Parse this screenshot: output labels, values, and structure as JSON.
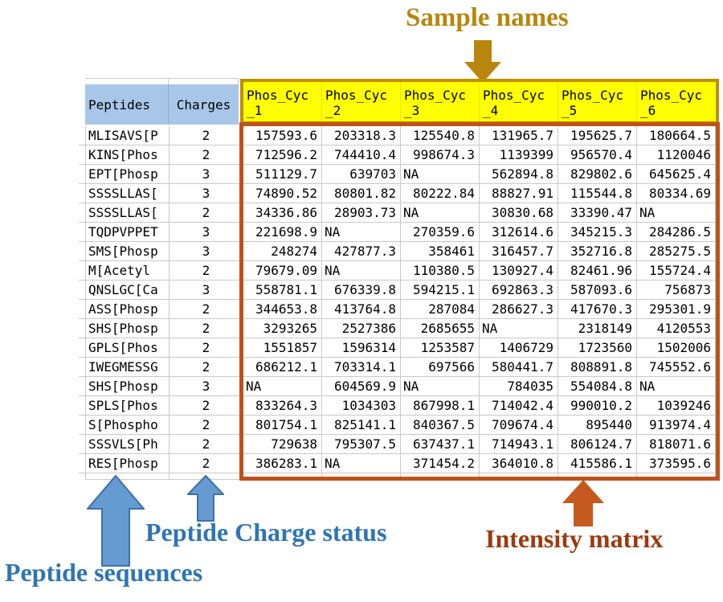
{
  "annotations": {
    "sample_names": {
      "label": "Sample names",
      "color": "#B8860B"
    },
    "peptide_sequences": {
      "label": "Peptide sequences",
      "color": "#2E75B6"
    },
    "peptide_charge_status": {
      "label": "Peptide Charge status",
      "color": "#2E75B6"
    },
    "intensity_matrix": {
      "label": "Intensity matrix",
      "color": "#9C3A10"
    },
    "arrows": [
      {
        "name": "sample-names-down-arrow",
        "direction": "down",
        "color": "#B8860B"
      },
      {
        "name": "peptide-sequences-up-arrow",
        "direction": "up",
        "color": "#649BD1"
      },
      {
        "name": "charge-status-up-arrow",
        "direction": "up",
        "color": "#649BD1"
      },
      {
        "name": "intensity-matrix-up-arrow",
        "direction": "up",
        "color": "#C6591D"
      }
    ]
  },
  "table": {
    "peptides_header": "Peptides",
    "charges_header": "Charges",
    "sample_headers": [
      {
        "line1": "Phos_Cyc",
        "line2": "_1"
      },
      {
        "line1": "Phos_Cyc",
        "line2": "_2"
      },
      {
        "line1": "Phos_Cyc",
        "line2": "_3"
      },
      {
        "line1": "Phos_Cyc",
        "line2": "_4"
      },
      {
        "line1": "Phos_Cyc",
        "line2": "_5"
      },
      {
        "line1": "Phos_Cyc",
        "line2": "_6"
      }
    ],
    "rows": [
      {
        "peptide": "MLISAVS[P",
        "charge": "2",
        "values": [
          "157593.6",
          "203318.3",
          "125540.8",
          "131965.7",
          "195625.7",
          "180664.5"
        ]
      },
      {
        "peptide": "KINS[Phos",
        "charge": "2",
        "values": [
          "712596.2",
          "744410.4",
          "998674.3",
          "1139399",
          "956570.4",
          "1120046"
        ]
      },
      {
        "peptide": "EPT[Phosp",
        "charge": "3",
        "values": [
          "511129.7",
          "639703",
          "NA",
          "562894.8",
          "829802.6",
          "645625.4"
        ]
      },
      {
        "peptide": "SSSSLLAS[",
        "charge": "3",
        "values": [
          "74890.52",
          "80801.82",
          "80222.84",
          "88827.91",
          "115544.8",
          "80334.69"
        ]
      },
      {
        "peptide": "SSSSLLAS[",
        "charge": "2",
        "values": [
          "34336.86",
          "28903.73",
          "NA",
          "30830.68",
          "33390.47",
          "NA"
        ]
      },
      {
        "peptide": "TQDPVPPET",
        "charge": "3",
        "values": [
          "221698.9",
          "NA",
          "270359.6",
          "312614.6",
          "345215.3",
          "284286.5"
        ]
      },
      {
        "peptide": "SMS[Phosp",
        "charge": "3",
        "values": [
          "248274",
          "427877.3",
          "358461",
          "316457.7",
          "352716.8",
          "285275.5"
        ]
      },
      {
        "peptide": "M[Acetyl",
        "charge": "2",
        "values": [
          "79679.09",
          "NA",
          "110380.5",
          "130927.4",
          "82461.96",
          "155724.4"
        ]
      },
      {
        "peptide": "QNSLGC[Ca",
        "charge": "3",
        "values": [
          "558781.1",
          "676339.8",
          "594215.1",
          "692863.3",
          "587093.6",
          "756873"
        ]
      },
      {
        "peptide": "ASS[Phosp",
        "charge": "2",
        "values": [
          "344653.8",
          "413764.8",
          "287084",
          "286627.3",
          "417670.3",
          "295301.9"
        ]
      },
      {
        "peptide": "SHS[Phosp",
        "charge": "2",
        "values": [
          "3293265",
          "2527386",
          "2685655",
          "NA",
          "2318149",
          "4120553"
        ]
      },
      {
        "peptide": "GPLS[Phos",
        "charge": "2",
        "values": [
          "1551857",
          "1596314",
          "1253587",
          "1406729",
          "1723560",
          "1502006"
        ]
      },
      {
        "peptide": "IWEGMESSG",
        "charge": "2",
        "values": [
          "686212.1",
          "703314.1",
          "697566",
          "580441.7",
          "808891.8",
          "745552.6"
        ]
      },
      {
        "peptide": "SHS[Phosp",
        "charge": "3",
        "values": [
          "NA",
          "604569.9",
          "NA",
          "784035",
          "554084.8",
          "NA"
        ]
      },
      {
        "peptide": "SPLS[Phos",
        "charge": "2",
        "values": [
          "833264.3",
          "1034303",
          "867998.1",
          "714042.4",
          "990010.2",
          "1039246"
        ]
      },
      {
        "peptide": "S[Phospho",
        "charge": "2",
        "values": [
          "801754.1",
          "825141.1",
          "840367.5",
          "709674.4",
          "895440",
          "913974.4"
        ]
      },
      {
        "peptide": "SSSVLS[Ph",
        "charge": "2",
        "values": [
          "729638",
          "795307.5",
          "637437.1",
          "714943.1",
          "806124.7",
          "818071.6"
        ]
      },
      {
        "peptide": "RES[Phosp",
        "charge": "2",
        "values": [
          "386283.1",
          "NA",
          "371454.2",
          "364010.8",
          "415586.1",
          "373595.6"
        ]
      }
    ]
  },
  "colors": {
    "header_fill_blue": "#A8C7E8",
    "sample_header_fill": "#FFFF00",
    "sample_header_border": "#BF9000",
    "intensity_frame_border": "#C0511B",
    "grid_line": "#C9C9C9"
  }
}
